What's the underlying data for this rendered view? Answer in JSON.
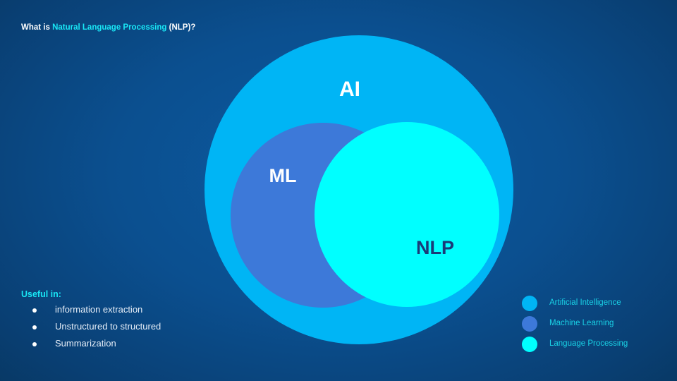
{
  "title": {
    "prefix": "What is ",
    "highlight": "Natural Language Processing",
    "suffix": " (NLP)?"
  },
  "colors": {
    "ai": "#00b5f5",
    "ml": "#3d79d9",
    "nlp": "#00ffff",
    "accent_text": "#19e6f5",
    "nlp_label": "#1b3a78"
  },
  "venn": {
    "sets": [
      {
        "id": "ai",
        "label": "AI",
        "contains": [
          "ml",
          "nlp"
        ]
      },
      {
        "id": "ml",
        "label": "ML",
        "overlaps": [
          "nlp"
        ]
      },
      {
        "id": "nlp",
        "label": "NLP",
        "overlaps": [
          "ml"
        ]
      }
    ]
  },
  "useful": {
    "heading": "Useful in:",
    "items": [
      "information extraction",
      "Unstructured to structured",
      "Summarization"
    ]
  },
  "legend": {
    "items": [
      {
        "label": "Artificial Intelligence",
        "color": "#00b5f5"
      },
      {
        "label": "Machine Learning",
        "color": "#3d79d9"
      },
      {
        "label": "Language Processing",
        "color": "#00ffff"
      }
    ]
  }
}
